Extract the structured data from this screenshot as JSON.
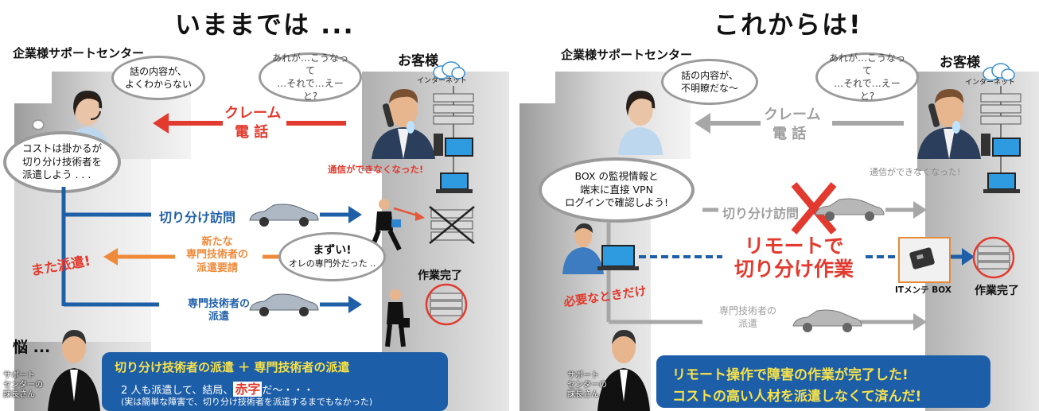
{
  "left": {
    "title": "いままでは ...",
    "center_label": "企業様サポートセンター",
    "customer_label": "お客様",
    "internet_label": "インターネット",
    "bubble_operator": "話の内容が、\nよくわからない",
    "bubble_customer": "あれが…こうなって\n…それで…えーと?",
    "bubble_cost": "コストは掛かるが\n切り分け技術者を\n派遣しよう . . .",
    "claim_line1": "クレーム",
    "claim_line2": "電 話",
    "comm_error": "通信ができなくなった!",
    "visit_label": "切り分け訪問",
    "request_lines": [
      "新たな",
      "専門技術者の",
      "派遣要請"
    ],
    "again_dispatch": "また派遣!",
    "bubble_mazui_1": "まずい!",
    "bubble_mazui_2": "オレの専門外だった ..",
    "work_done": "作業完了",
    "specialist_lines": [
      "専門技術者の",
      "派遣"
    ],
    "worry": "悩 ...",
    "manager_lines": [
      "サポート",
      "センターの",
      "課長さん"
    ],
    "banner_line1": "切り分け技術者の派遣 ＋ 専門技術者の派遣",
    "banner_line2_pre": "2 人も派遣して、結局、",
    "banner_line2_red": "赤字",
    "banner_line2_post": "だ〜・・・",
    "banner_line3": "(実は簡単な障害で、切り分け技術者を派遣するまでもなかった)"
  },
  "right": {
    "title": "これからは!",
    "center_label": "企業様サポートセンター",
    "customer_label": "お客様",
    "internet_label": "インターネット",
    "bubble_operator": "話の内容が、\n不明瞭だな〜",
    "bubble_customer": "あれが…こうなって\n…それで…えーと?",
    "bubble_box": "BOX の監視情報と\n端末に直接 VPN\nログインで確認しよう!",
    "claim_line1": "クレーム",
    "claim_line2": "電 話",
    "comm_error": "通信ができなくなった!",
    "visit_label": "切り分け訪問",
    "remote_line1": "リモートで",
    "remote_line2": "切り分け作業",
    "box_label": "ITメンテ BOX",
    "work_done": "作業完了",
    "only_needed": "必要なときだけ",
    "specialist_lines": [
      "専門技術者の",
      "派遣"
    ],
    "manager_lines": [
      "サポート",
      "センターの",
      "課長さん"
    ],
    "banner_line1": "リモート操作で障害の作業が完了した!",
    "banner_line2": "コストの高い人材を派遣しなくて済んだ!"
  },
  "colors": {
    "blue": "#1f5fa8",
    "banner_blue": "#1d5ea9",
    "red": "#e23a2e",
    "orange": "#ef8a3a",
    "gray": "#a7a7a7",
    "light_gray": "#cfcfcf"
  }
}
